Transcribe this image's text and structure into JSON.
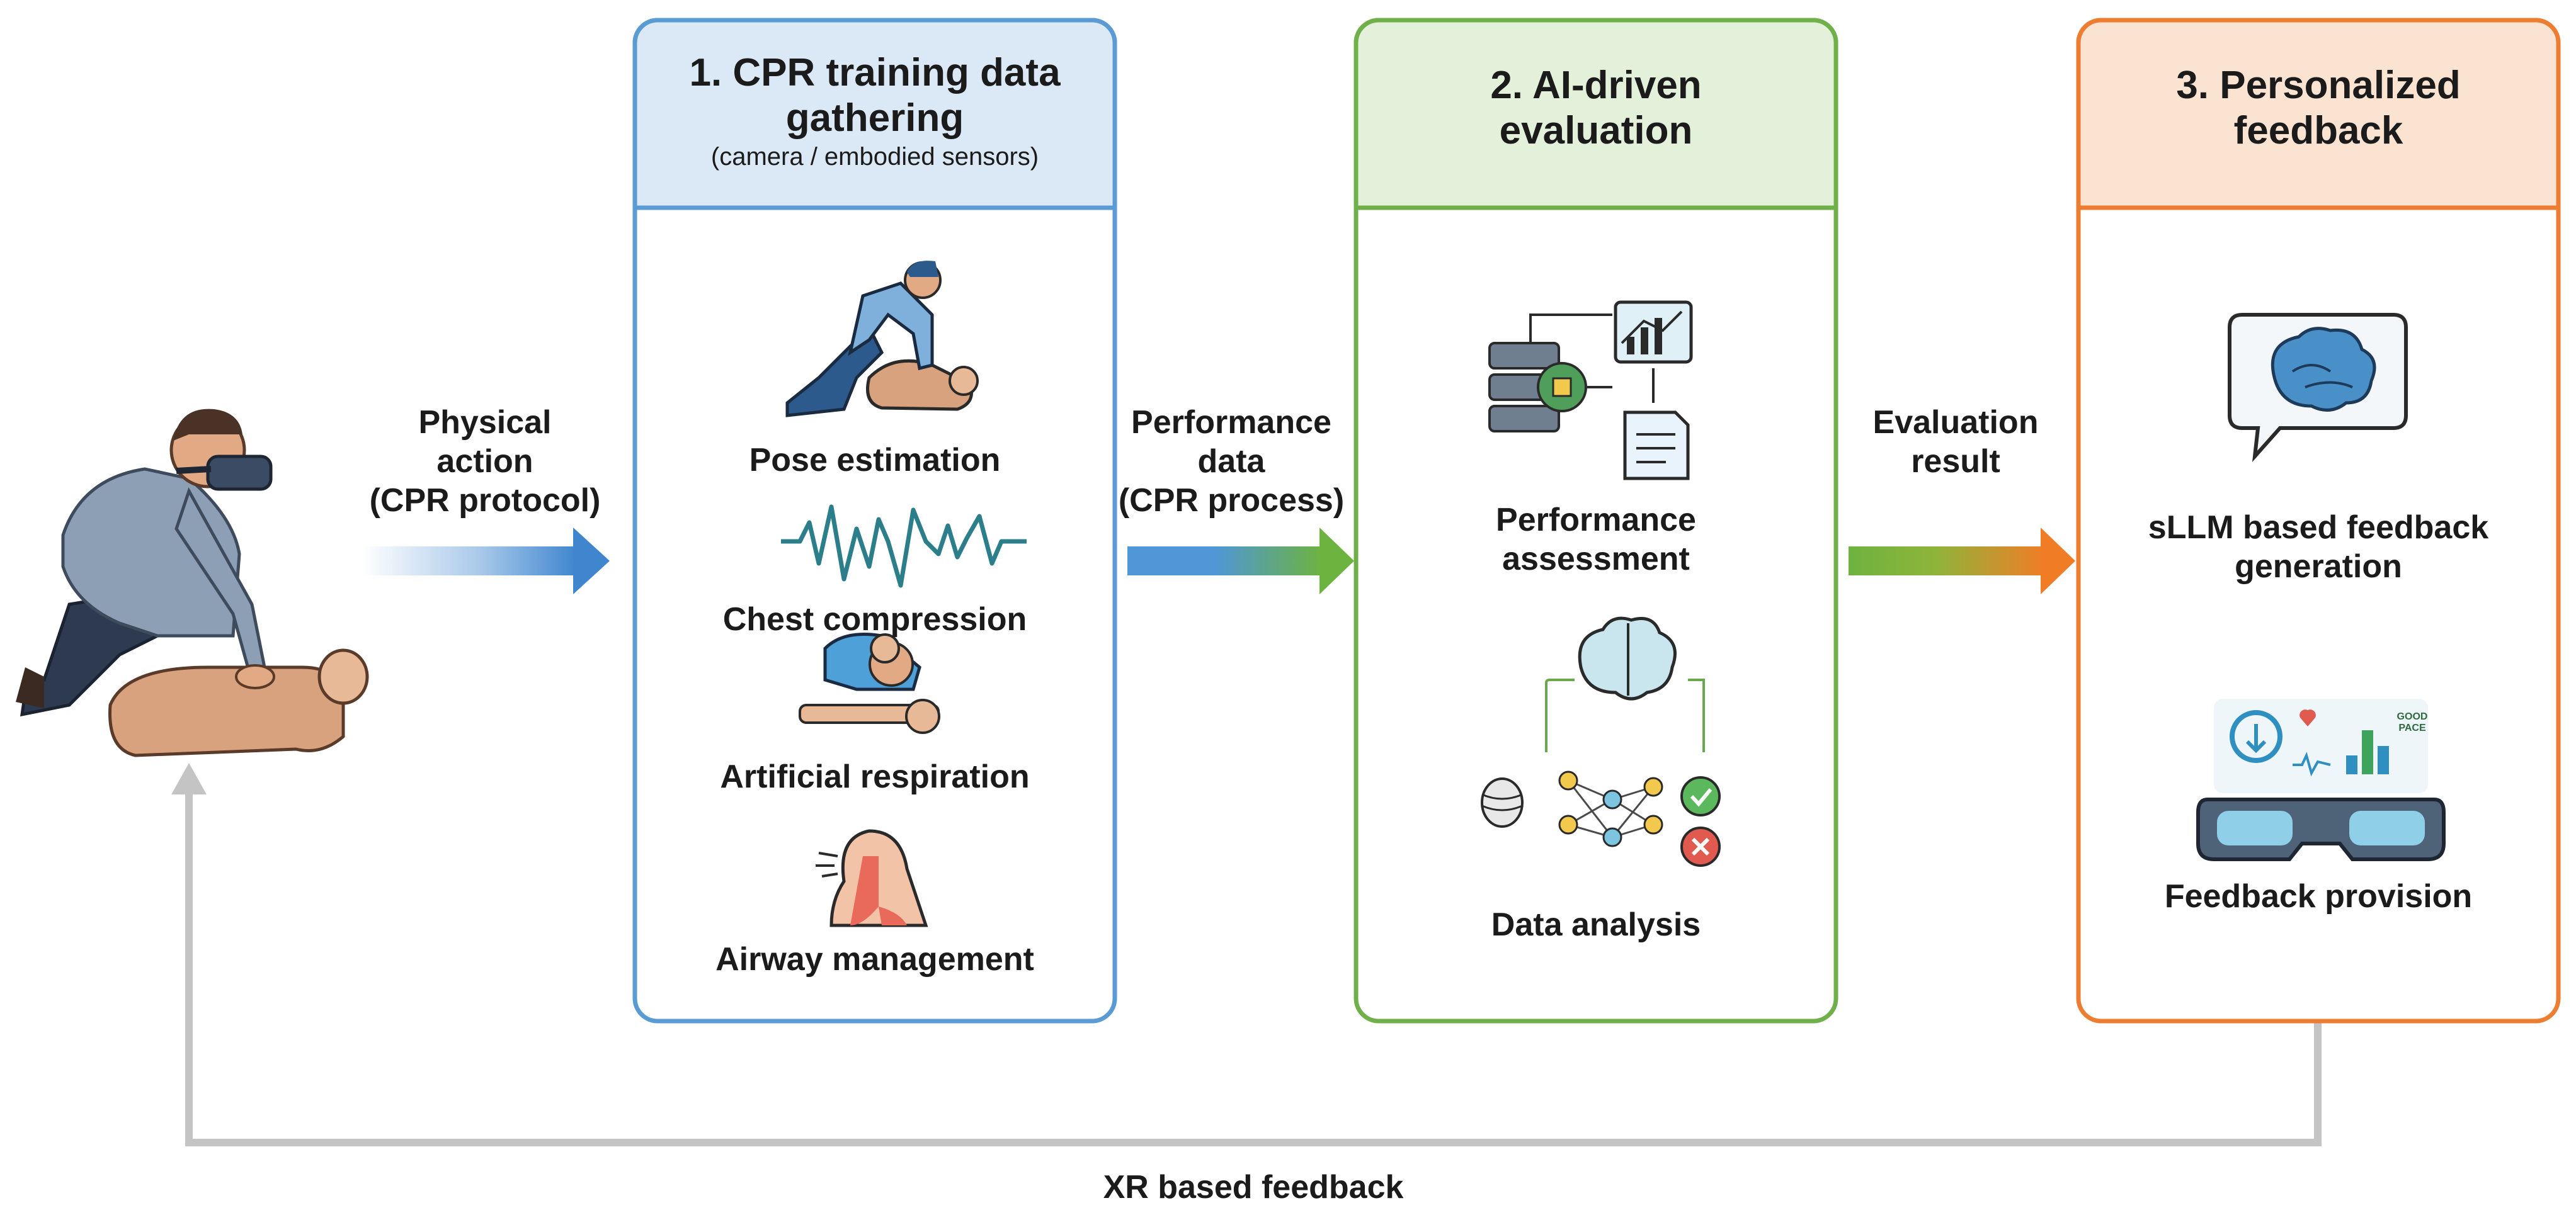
{
  "arrows": {
    "physical_action": [
      "Physical",
      "action",
      "(CPR protocol)"
    ],
    "performance_data": [
      "Performance",
      "data",
      "(CPR process)"
    ],
    "evaluation_result": [
      "Evaluation",
      "result"
    ],
    "xr_feedback": "XR based feedback"
  },
  "panels": [
    {
      "title_lines": [
        "1. CPR training data",
        "gathering"
      ],
      "subtitle": "(camera / embodied sensors)",
      "color": "#5b9bd5",
      "fill": "#dbe9f7",
      "items": [
        "Pose estimation",
        "Chest compression",
        "Artificial respiration",
        "Airway management"
      ]
    },
    {
      "title_lines": [
        "2. AI-driven",
        "evaluation"
      ],
      "color": "#70b04a",
      "fill": "#e3f0da",
      "items": [
        "Performance",
        "assessment",
        "Data analysis"
      ]
    },
    {
      "title_lines": [
        "3. Personalized",
        "feedback"
      ],
      "color": "#ed7d31",
      "fill": "#fbe3d2",
      "items": [
        "sLLM based feedback",
        "generation",
        "Feedback provision"
      ]
    }
  ],
  "icons": {
    "panel1": [
      "cpr-pose-icon",
      "ecg-waveform-icon",
      "artificial-respiration-icon",
      "airway-icon"
    ],
    "panel2": [
      "server-chart-document-icon",
      "neural-network-icon"
    ],
    "panel3": [
      "brain-speech-bubble-icon",
      "vr-headset-dashboard-icon"
    ]
  },
  "xr_dashboard_label": [
    "GOOD",
    "PACE"
  ]
}
